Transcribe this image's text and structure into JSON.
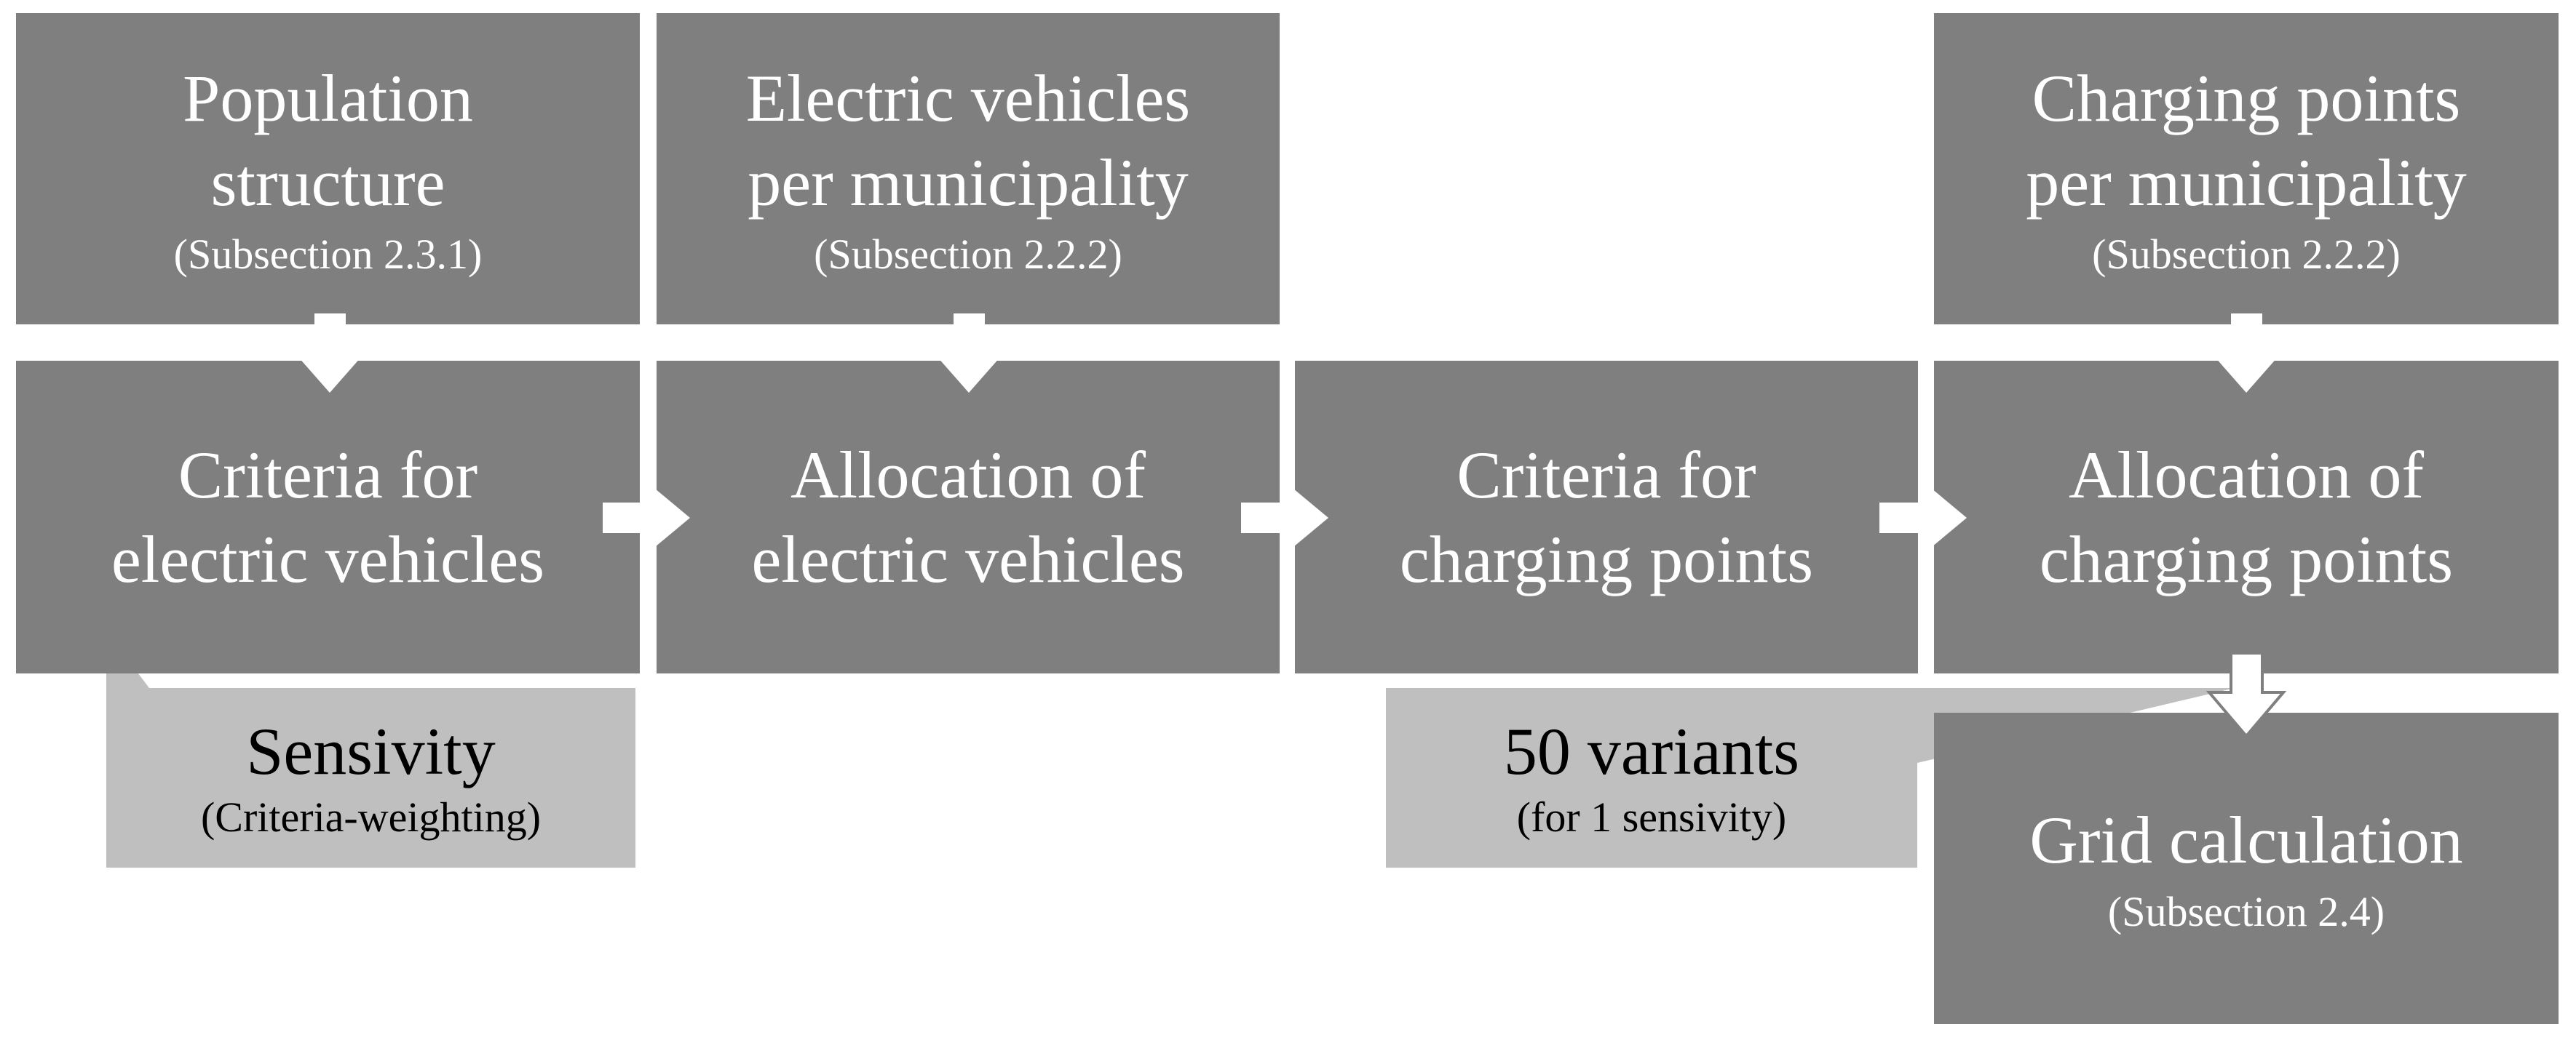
{
  "boxes": {
    "population": {
      "title_1": "Population",
      "title_2": "structure",
      "sub": "(Subsection 2.3.1)"
    },
    "ev_per_muni": {
      "title_1": "Electric vehicles",
      "title_2": "per municipality",
      "sub": "(Subsection 2.2.2)"
    },
    "cp_per_muni": {
      "title_1": "Charging points",
      "title_2": "per municipality",
      "sub": "(Subsection 2.2.2)"
    },
    "criteria_ev": {
      "title_1": "Criteria for",
      "title_2": "electric vehicles"
    },
    "alloc_ev": {
      "title_1": "Allocation of",
      "title_2": "electric vehicles"
    },
    "criteria_cp": {
      "title_1": "Criteria for",
      "title_2": "charging points"
    },
    "alloc_cp": {
      "title_1": "Allocation of",
      "title_2": "charging points"
    },
    "grid": {
      "title_1": "Grid calculation",
      "sub": "(Subsection 2.4)"
    }
  },
  "callouts": {
    "sensitivity": {
      "title": "Sensivity",
      "sub": "(Criteria-weighting)"
    },
    "variants": {
      "title": "50 variants",
      "sub": "(for 1 sensivity)"
    }
  },
  "colors": {
    "box": "#7f7f7f",
    "callout": "#bfbfbf",
    "arrow": "#ffffff",
    "text_on_box": "#ffffff",
    "text_on_callout": "#000000"
  }
}
